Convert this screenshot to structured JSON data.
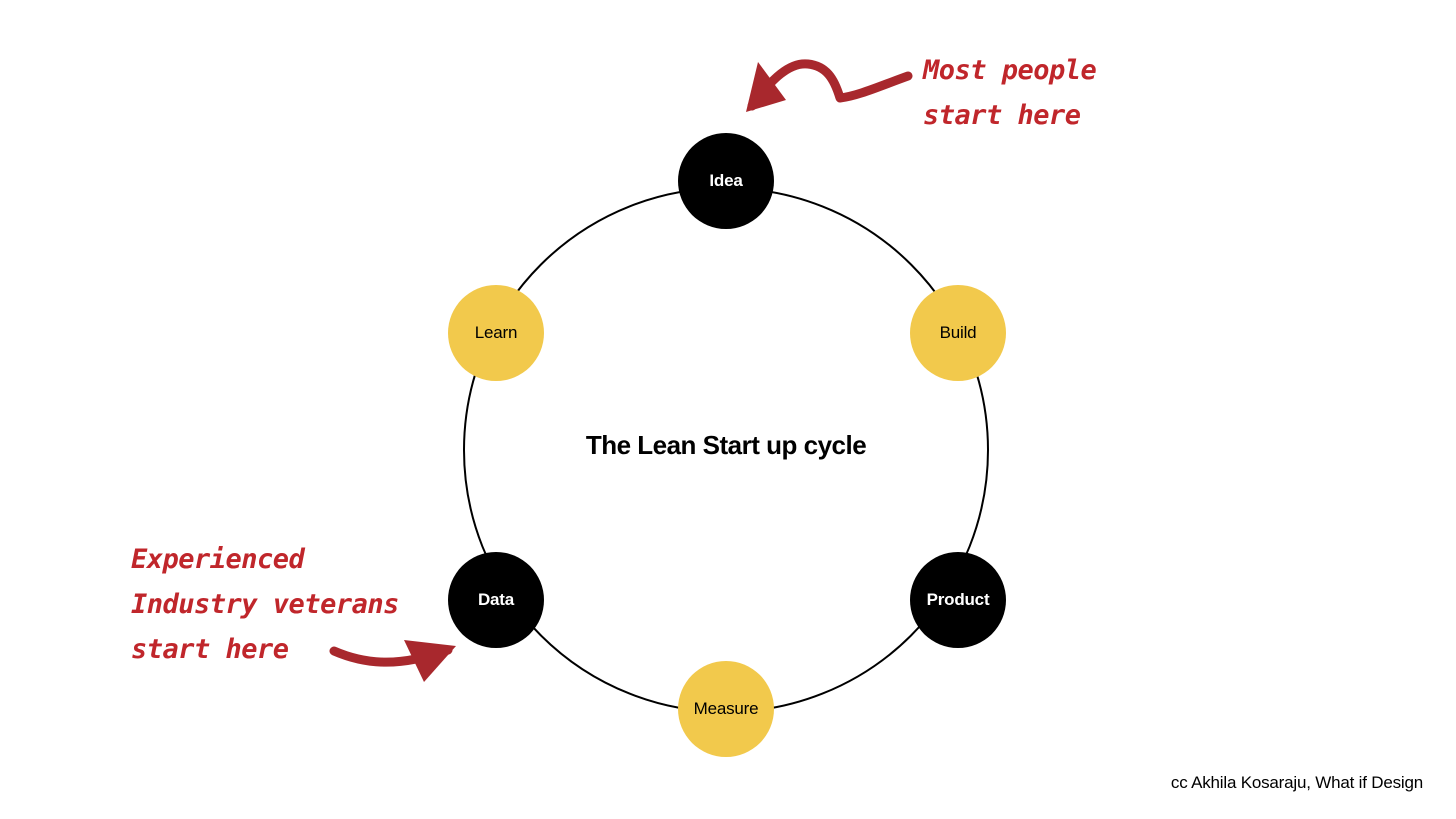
{
  "diagram": {
    "title": "The Lean Start up cycle",
    "nodes": [
      {
        "label": "Idea",
        "style": "dark"
      },
      {
        "label": "Build",
        "style": "light"
      },
      {
        "label": "Product",
        "style": "dark"
      },
      {
        "label": "Measure",
        "style": "light"
      },
      {
        "label": "Data",
        "style": "dark"
      },
      {
        "label": "Learn",
        "style": "light"
      }
    ],
    "colors": {
      "dark_node": "#000000",
      "light_node": "#f2c94c",
      "annotation": "#c0262b",
      "ring": "#000000"
    }
  },
  "annotations": {
    "top": {
      "lines": [
        "Most people",
        "start here"
      ]
    },
    "bottom": {
      "lines": [
        "Experienced",
        "Industry veterans",
        "start here"
      ]
    }
  },
  "credit": "cc Akhila Kosaraju, What if Design"
}
